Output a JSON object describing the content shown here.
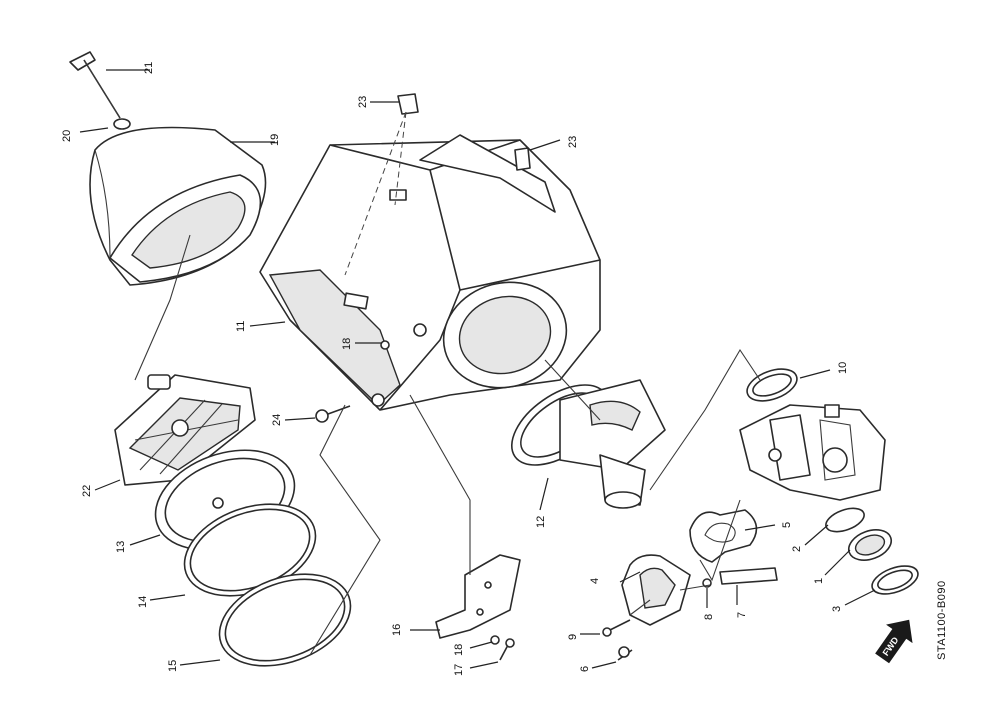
{
  "diagram": {
    "reference_code": "STA1100-B090",
    "direction_arrow_label": "FWD",
    "callouts": [
      "1",
      "2",
      "3",
      "4",
      "5",
      "6",
      "7",
      "8",
      "9",
      "10",
      "11",
      "12",
      "13",
      "14",
      "15",
      "16",
      "17",
      "18",
      "19",
      "20",
      "21",
      "22",
      "23",
      "23",
      "24"
    ]
  },
  "colors": {
    "line": "#2b2b2b",
    "background": "#ffffff",
    "shade": "#e6e6e6"
  }
}
